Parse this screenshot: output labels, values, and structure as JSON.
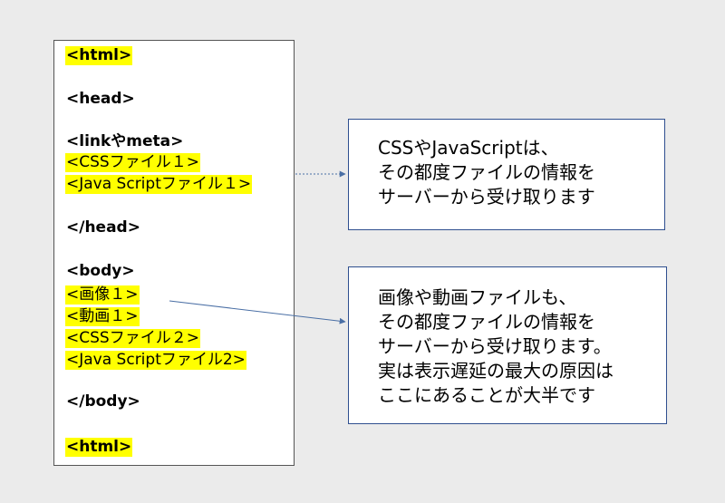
{
  "code_lines": [
    {
      "text": "<html>",
      "bold": true,
      "highlight": true
    },
    {
      "text": "<head>",
      "bold": true,
      "highlight": false
    },
    {
      "text": "<linkやmeta>",
      "bold": true,
      "highlight": false
    },
    {
      "text": "<CSSファイル１>",
      "bold": false,
      "highlight": true
    },
    {
      "text": "<Java Scriptファイル１>",
      "bold": false,
      "highlight": true
    },
    {
      "text": "</head>",
      "bold": true,
      "highlight": false
    },
    {
      "text": "<body>",
      "bold": true,
      "highlight": false
    },
    {
      "text": "<画像１>",
      "bold": false,
      "highlight": true
    },
    {
      "text": "<動画１>",
      "bold": false,
      "highlight": true
    },
    {
      "text": "<CSSファイル２>",
      "bold": false,
      "highlight": true
    },
    {
      "text": "<Java Scriptファイル2>",
      "bold": false,
      "highlight": true
    },
    {
      "text": "</body>",
      "bold": true,
      "highlight": false
    },
    {
      "text": "<html>",
      "bold": true,
      "highlight": true
    }
  ],
  "notes": [
    {
      "lines": [
        "CSSやJavaScriptは、",
        "その都度ファイルの情報を",
        "サーバーから受け取ります"
      ]
    },
    {
      "lines": [
        "画像や動画ファイルも、",
        "その都度ファイルの情報を",
        "サーバーから受け取ります。",
        "実は表示遅延の最大の原因は",
        "ここにあることが大半です"
      ]
    }
  ],
  "colors": {
    "highlight": "#ffff00",
    "box_border": "#2f4f8f",
    "arrow": "#4a6fa5",
    "background": "#ebebeb"
  }
}
